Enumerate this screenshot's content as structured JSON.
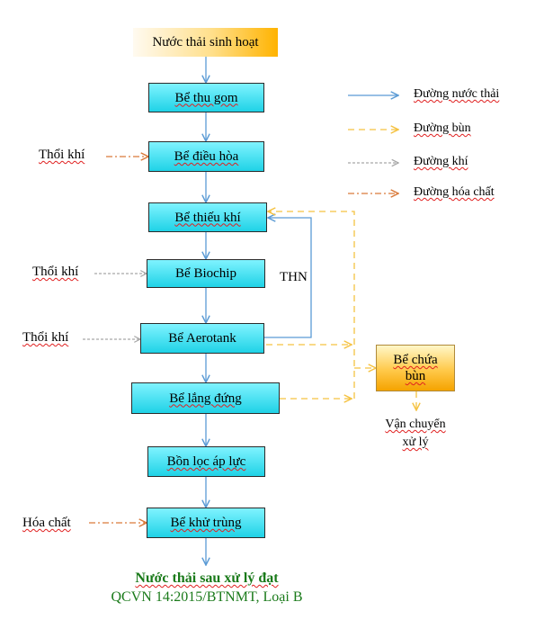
{
  "nodes": {
    "source": "Nước thải sinh hoạt",
    "collection": "Bể thu gom",
    "equalization": "Bể điều hòa",
    "anoxic": "Bể thiếu khí",
    "biochip": "Bể Biochip",
    "aerotank": "Bể Aerotank",
    "settling": "Bể lắng đứng",
    "pressure_filter": "Bồn lọc áp lực",
    "disinfection": "Bể khử trùng",
    "sludge_tank_line1": "Bể chứa",
    "sludge_tank_line2": "bùn"
  },
  "side_inputs": {
    "aeration_1": "Thổi khí",
    "aeration_2": "Thổi khí",
    "aeration_3": "Thổi khí",
    "chemical": "Hóa chất"
  },
  "recycle_label": "THN",
  "transport_line1": "Vận chuyển",
  "transport_line2": "xử lý",
  "output_line1": "Nước thải sau xử lý đạt",
  "output_line2": "QCVN 14:2015/BTNMT, Loại B",
  "legend": [
    {
      "label": "Đường nước thải",
      "style": "solid",
      "color": "#5b9bd5"
    },
    {
      "label": "Đường bùn",
      "style": "dashed",
      "color": "#f5c242"
    },
    {
      "label": "Đường khí",
      "style": "dotted",
      "color": "#a6a6a6"
    },
    {
      "label": "Đường hóa chất",
      "style": "dash-dot",
      "color": "#d97a3a"
    }
  ]
}
